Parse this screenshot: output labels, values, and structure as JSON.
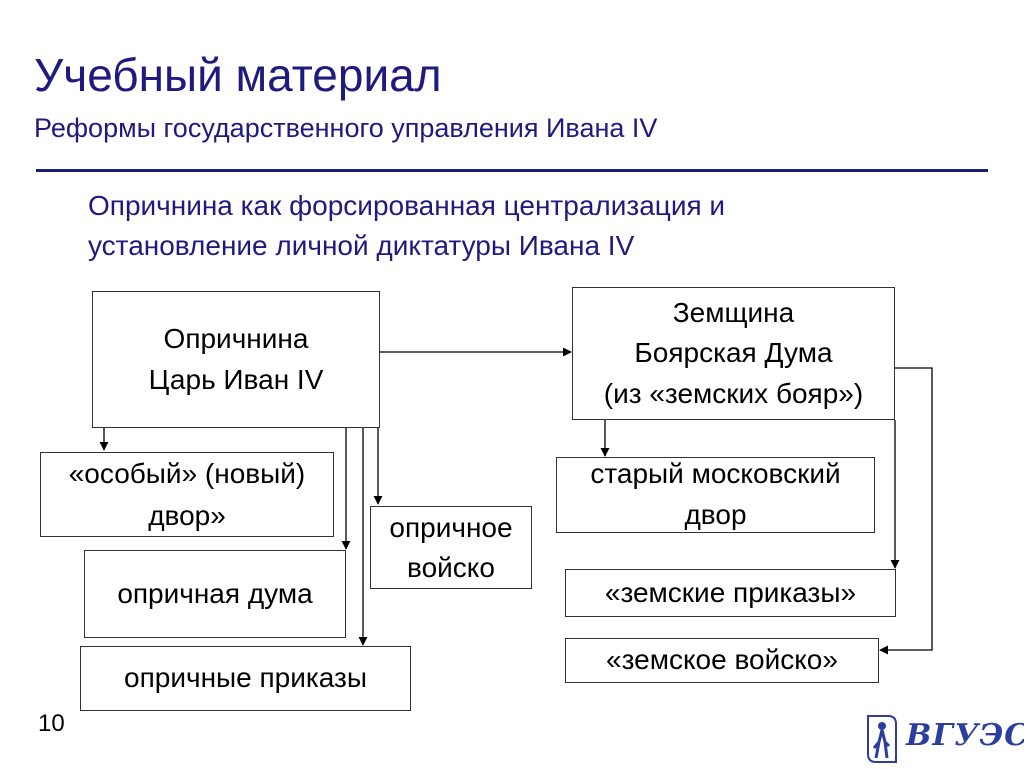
{
  "header": {
    "title": "Учебный материал",
    "subtitle": "Реформы государственного управления Ивана IV"
  },
  "heading": {
    "line1": "Опричнина как форсированная централизация и",
    "line2": "установление личной диктатуры Ивана IV"
  },
  "oprichnina": {
    "main": {
      "line1": "Опричнина",
      "line2": "Царь Иван IV"
    },
    "court": {
      "line1": "«особый» (новый)",
      "line2": "двор»"
    },
    "duma": "опричная дума",
    "prikazy": "опричные приказы",
    "army": {
      "line1": "опричное",
      "line2": "войско"
    }
  },
  "zemshchina": {
    "main": {
      "line1": "Земщина",
      "line2": "Боярская Дума",
      "line3": "(из «земских бояр»)"
    },
    "court": {
      "line1": "старый московский",
      "line2": "двор"
    },
    "prikazy": "«земские приказы»",
    "army": "«земское войско»"
  },
  "footer": {
    "page_number": "10",
    "logo_text": "ВГУЭС"
  },
  "colors": {
    "heading": "#1f1a7e",
    "border": "#333333",
    "logo": "#2b3e9e"
  }
}
